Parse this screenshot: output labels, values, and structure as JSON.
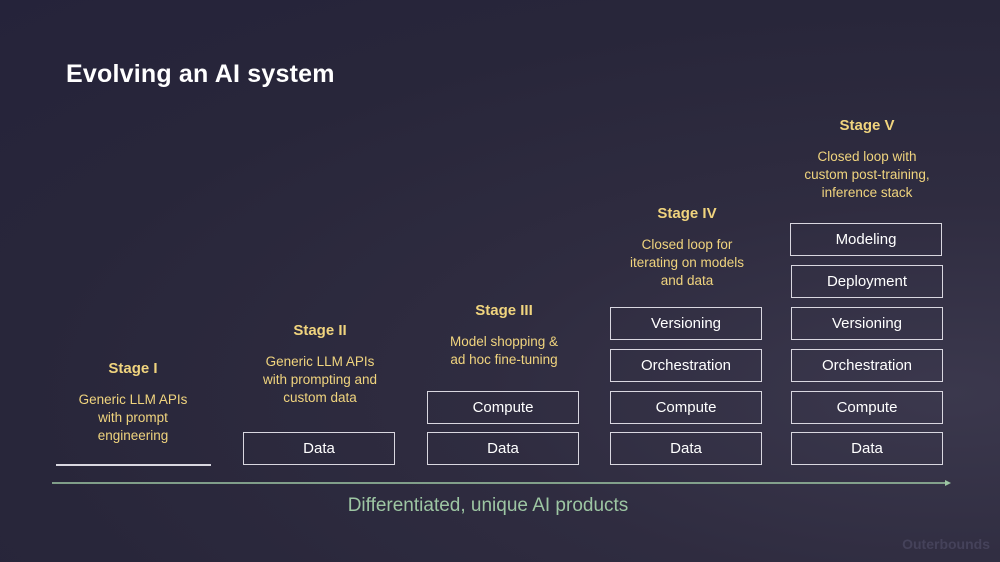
{
  "title": "Evolving an AI system",
  "stages": [
    {
      "name": "Stage I",
      "description": [
        "Generic LLM APIs",
        "with prompt",
        "engineering"
      ],
      "layers": []
    },
    {
      "name": "Stage II",
      "description": [
        "Generic LLM APIs",
        "with prompting and",
        "custom data"
      ],
      "layers": [
        "Data"
      ]
    },
    {
      "name": "Stage III",
      "description": [
        "Model shopping &",
        "ad hoc fine-tuning"
      ],
      "layers": [
        "Compute",
        "Data"
      ]
    },
    {
      "name": "Stage IV",
      "description": [
        "Closed loop for",
        "iterating on models",
        "and data"
      ],
      "layers": [
        "Versioning",
        "Orchestration",
        "Compute",
        "Data"
      ]
    },
    {
      "name": "Stage V",
      "description": [
        "Closed loop with",
        "custom post-training,",
        "inference stack"
      ],
      "layers": [
        "Modeling",
        "Deployment",
        "Versioning",
        "Orchestration",
        "Compute",
        "Data"
      ]
    }
  ],
  "axis_caption": "Differentiated, unique AI products",
  "brand": "Outerbounds",
  "colors": {
    "stage_text": "#f0d47e",
    "axis": "#9dc6a3",
    "box_border": "#d9d7e0"
  }
}
